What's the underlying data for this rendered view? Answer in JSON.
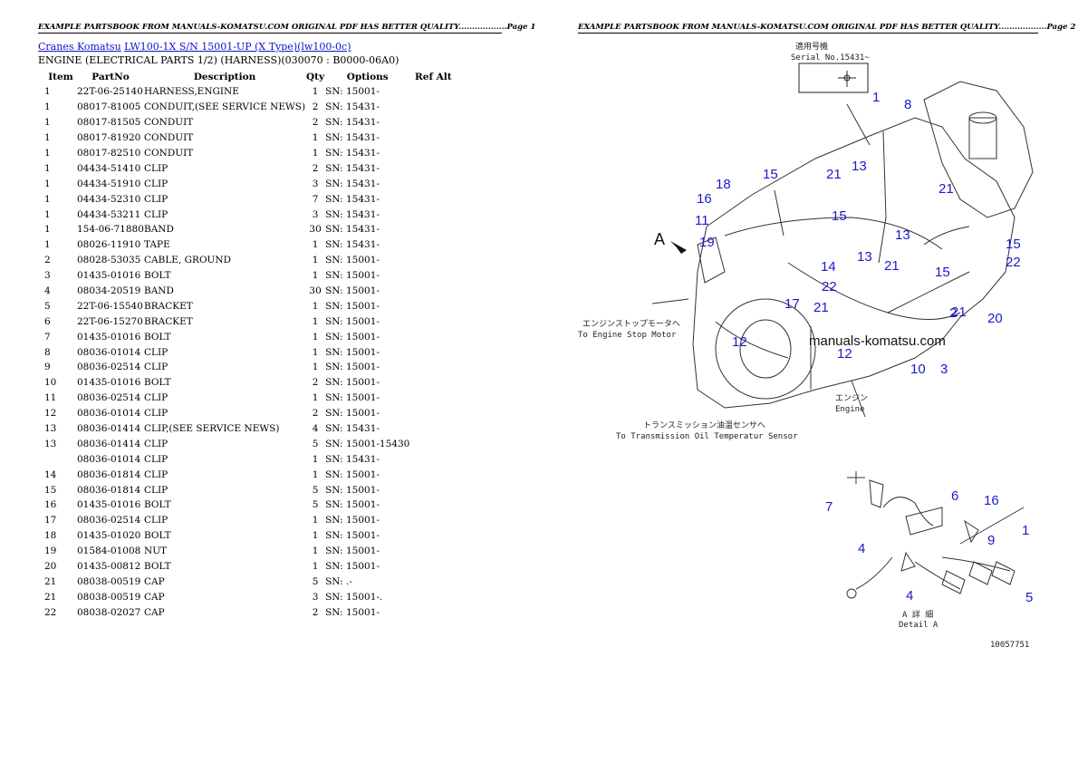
{
  "header": {
    "left": "EXAMPLE PARTSBOOK FROM MANUALS-KOMATSU.COM ORIGINAL PDF HAS BETTER QUALITY..................Page 1",
    "right": "EXAMPLE PARTSBOOK FROM MANUALS-KOMATSU.COM ORIGINAL PDF HAS BETTER QUALITY..................Page 2"
  },
  "breadcrumb": {
    "link1": "Cranes Komatsu",
    "link2": "LW100-1X S/N 15001-UP (X Type)(lw100-0c)"
  },
  "subtitle": "ENGINE (ELECTRICAL PARTS 1/2) (HARNESS)(030070 : B0000-06A0)",
  "table": {
    "headers": [
      "Item",
      "PartNo",
      "Description",
      "Qty",
      "Options",
      "Ref Alt"
    ],
    "rows": [
      [
        "1",
        "22T-06-25140",
        "HARNESS,ENGINE",
        "1",
        "SN: 15001-",
        ""
      ],
      [
        "1",
        "08017-81005",
        "CONDUIT,(SEE SERVICE NEWS)",
        "2",
        "SN: 15431-",
        ""
      ],
      [
        "1",
        "08017-81505",
        "CONDUIT",
        "2",
        "SN: 15431-",
        ""
      ],
      [
        "1",
        "08017-81920",
        "CONDUIT",
        "1",
        "SN: 15431-",
        ""
      ],
      [
        "1",
        "08017-82510",
        "CONDUIT",
        "1",
        "SN: 15431-",
        ""
      ],
      [
        "1",
        "04434-51410",
        "CLIP",
        "2",
        "SN: 15431-",
        ""
      ],
      [
        "1",
        "04434-51910",
        "CLIP",
        "3",
        "SN: 15431-",
        ""
      ],
      [
        "1",
        "04434-52310",
        "CLIP",
        "7",
        "SN: 15431-",
        ""
      ],
      [
        "1",
        "04434-53211",
        "CLIP",
        "3",
        "SN: 15431-",
        ""
      ],
      [
        "1",
        "154-06-71880",
        "BAND",
        "30",
        "SN: 15431-",
        ""
      ],
      [
        "1",
        "08026-11910",
        "TAPE",
        "1",
        "SN: 15431-",
        ""
      ],
      [
        "2",
        "08028-53035",
        "CABLE, GROUND",
        "1",
        "SN: 15001-",
        ""
      ],
      [
        "3",
        "01435-01016",
        "BOLT",
        "1",
        "SN: 15001-",
        ""
      ],
      [
        "4",
        "08034-20519",
        "BAND",
        "30",
        "SN: 15001-",
        ""
      ],
      [
        "5",
        "22T-06-15540",
        "BRACKET",
        "1",
        "SN: 15001-",
        ""
      ],
      [
        "6",
        "22T-06-15270",
        "BRACKET",
        "1",
        "SN: 15001-",
        ""
      ],
      [
        "7",
        "01435-01016",
        "BOLT",
        "1",
        "SN: 15001-",
        ""
      ],
      [
        "8",
        "08036-01014",
        "CLIP",
        "1",
        "SN: 15001-",
        ""
      ],
      [
        "9",
        "08036-02514",
        "CLIP",
        "1",
        "SN: 15001-",
        ""
      ],
      [
        "10",
        "01435-01016",
        "BOLT",
        "2",
        "SN: 15001-",
        ""
      ],
      [
        "11",
        "08036-02514",
        "CLIP",
        "1",
        "SN: 15001-",
        ""
      ],
      [
        "12",
        "08036-01014",
        "CLIP",
        "2",
        "SN: 15001-",
        ""
      ],
      [
        "13",
        "08036-01414",
        "CLIP,(SEE SERVICE NEWS)",
        "4",
        "SN: 15431-",
        ""
      ],
      [
        "13",
        "08036-01414",
        "CLIP",
        "5",
        "SN: 15001-15430",
        ""
      ],
      [
        "",
        "08036-01014",
        "CLIP",
        "1",
        "SN: 15431-",
        ""
      ],
      [
        "14",
        "08036-01814",
        "CLIP",
        "1",
        "SN: 15001-",
        ""
      ],
      [
        "15",
        "08036-01814",
        "CLIP",
        "5",
        "SN: 15001-",
        ""
      ],
      [
        "16",
        "01435-01016",
        "BOLT",
        "5",
        "SN: 15001-",
        ""
      ],
      [
        "17",
        "08036-02514",
        "CLIP",
        "1",
        "SN: 15001-",
        ""
      ],
      [
        "18",
        "01435-01020",
        "BOLT",
        "1",
        "SN: 15001-",
        ""
      ],
      [
        "19",
        "01584-01008",
        "NUT",
        "1",
        "SN: 15001-",
        ""
      ],
      [
        "20",
        "01435-00812",
        "BOLT",
        "1",
        "SN: 15001-",
        ""
      ],
      [
        "21",
        "08038-00519",
        "CAP",
        "5",
        "SN: .-",
        ""
      ],
      [
        "21",
        "08038-00519",
        "CAP",
        "3",
        "SN: 15001-.",
        ""
      ],
      [
        "22",
        "08038-02027",
        "CAP",
        "2",
        "SN: 15001-",
        ""
      ]
    ]
  },
  "diagram": {
    "serial_jp": "適用号機",
    "serial": "Serial No.15431~",
    "engine_stop_jp": "エンジンストップモータへ",
    "engine_stop": "To Engine Stop Motor",
    "engine_jp": "エンジン",
    "engine": "Engine",
    "trans_jp": "トランスミッション油温センサへ",
    "trans": "To Transmission Oil Temperatur Sensor",
    "watermark": "manuals-komatsu.com",
    "view_label": "A",
    "detail_jp": "A 詳 細",
    "detail": "Detail A",
    "drawing_no": "10057751",
    "callouts_main": [
      "1",
      "8",
      "13",
      "15",
      "21",
      "18",
      "16",
      "11",
      "19",
      "15",
      "13",
      "14",
      "22",
      "21",
      "17",
      "21",
      "15",
      "13",
      "21",
      "15",
      "22",
      "21",
      "2",
      "20",
      "12",
      "12",
      "10",
      "3"
    ],
    "callouts_detail": [
      "7",
      "6",
      "16",
      "1",
      "4",
      "9",
      "4",
      "5"
    ]
  },
  "colors": {
    "link": "#1010cc",
    "callout": "#1a1acc"
  }
}
